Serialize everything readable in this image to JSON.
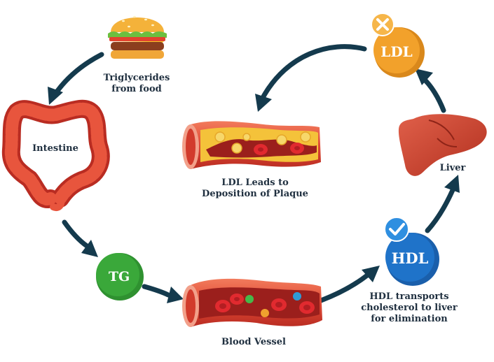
{
  "labels": {
    "food": "Triglycerides\nfrom food",
    "intestine": "Intestine",
    "tg": "TG",
    "blood_vessel": "Blood Vessel",
    "hdl": "HDL",
    "hdl_caption": "HDL transports\ncholesterol to liver\nfor elimination",
    "liver": "Liver",
    "ldl": "LDL",
    "plaque_caption": "LDL Leads to\nDeposition of Plaque"
  },
  "colors": {
    "arrow": "#143a4d",
    "tg_badge": "#3aa83a",
    "hdl_badge": "#1f73c9",
    "ldl_badge": "#f2a12b",
    "blood_red": "#d8262c",
    "vessel_wall": "#e8553d",
    "plaque": "#f4c23a",
    "liver": "#c8402e"
  },
  "icons": {
    "food": "burger-icon",
    "intestine": "intestine-icon",
    "blood_vessel": "blood-vessel-icon",
    "liver": "liver-icon",
    "plaque_vessel": "plaque-vessel-icon",
    "hdl_mark": "checkmark-icon",
    "ldl_mark": "cross-icon"
  }
}
